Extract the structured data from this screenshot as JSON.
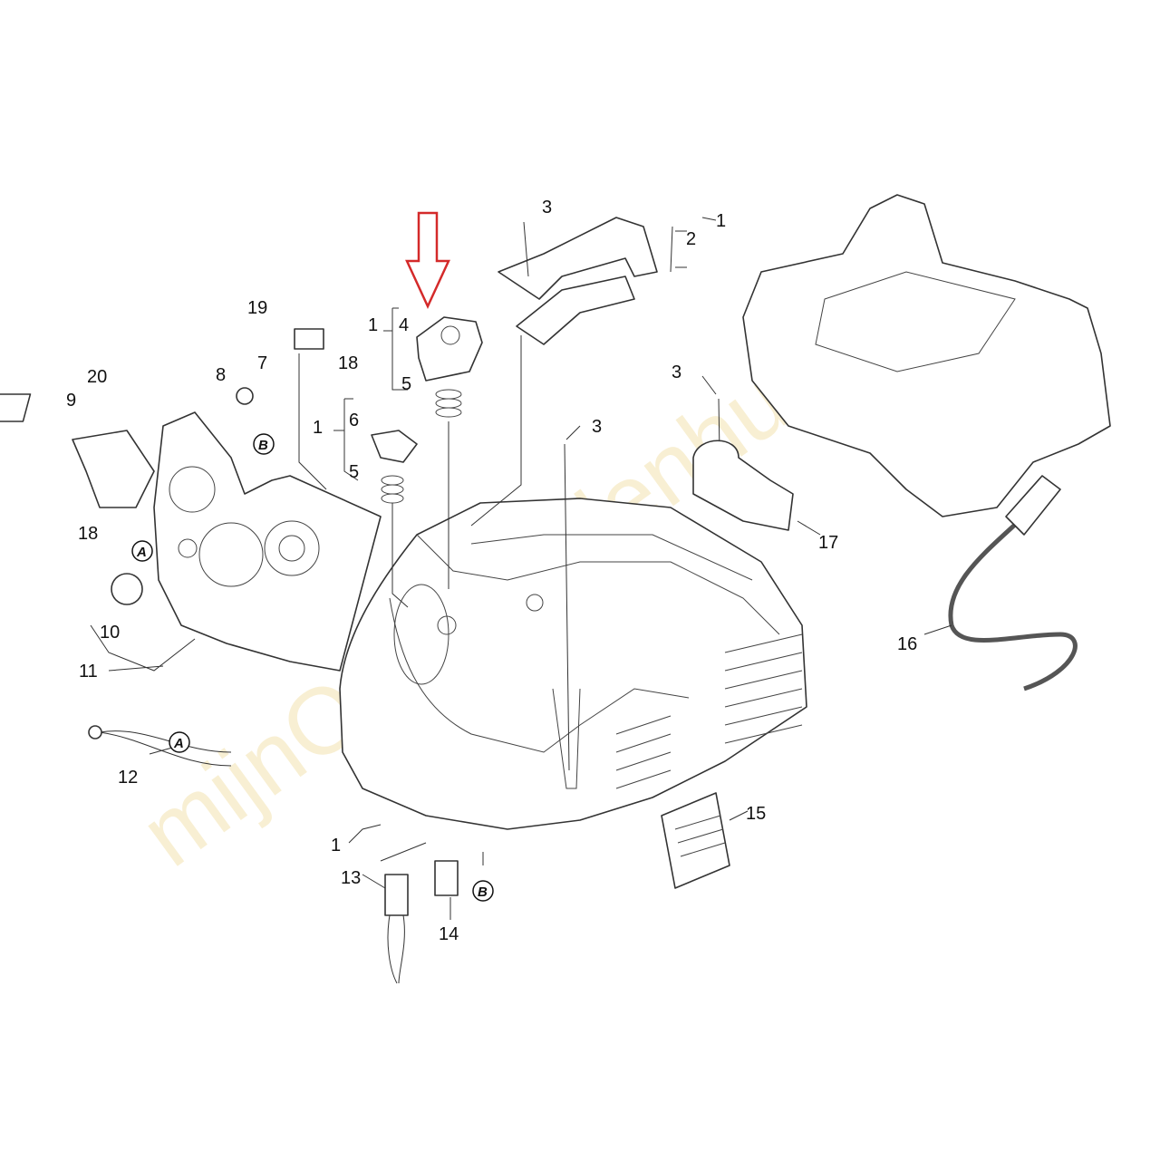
{
  "diagram": {
    "callouts": [
      "1",
      "2",
      "3",
      "19",
      "1",
      "4",
      "18",
      "5",
      "20",
      "9",
      "8",
      "7",
      "6",
      "1",
      "5",
      "B",
      "3",
      "3",
      "17",
      "18",
      "A",
      "10",
      "11",
      "16",
      "A",
      "12",
      "15",
      "1",
      "13",
      "14",
      "B"
    ],
    "highlight_color": "#d42a2a",
    "watermark": "mijnOnderdelenhuis.nl"
  }
}
